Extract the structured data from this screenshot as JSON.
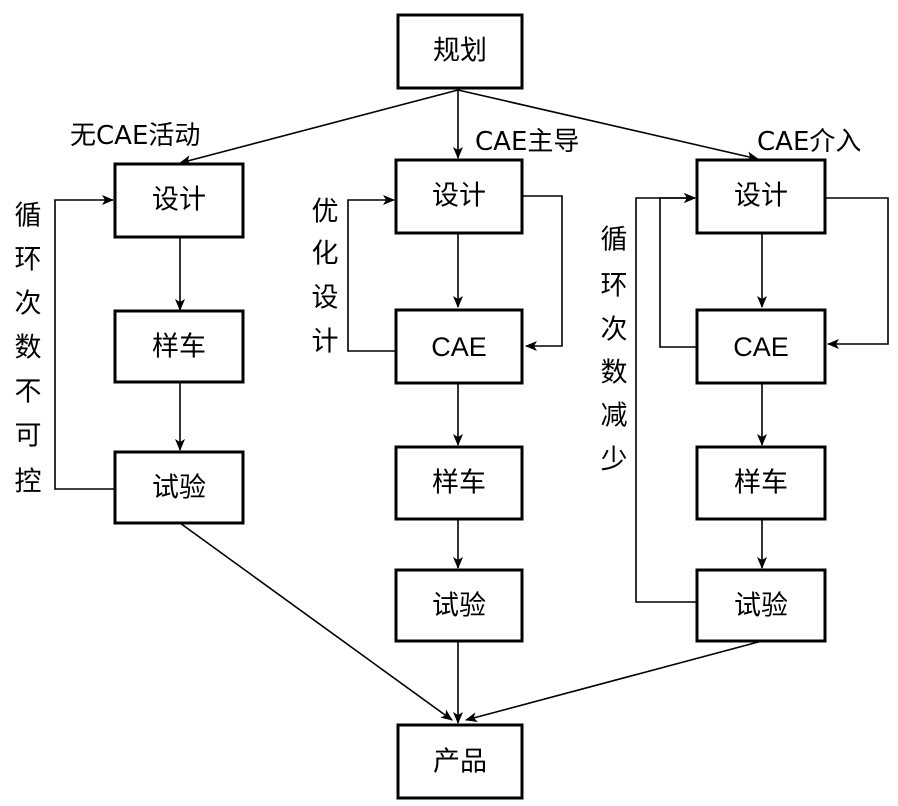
{
  "top": {
    "label": "规划"
  },
  "bottom": {
    "label": "产品"
  },
  "flows": [
    {
      "title": "无CAE活动",
      "nodes": [
        "设计",
        "样车",
        "试验"
      ],
      "loop_label": [
        "循",
        "环",
        "次",
        "数",
        "不",
        "可",
        "控"
      ]
    },
    {
      "title": "CAE主导",
      "nodes": [
        "设计",
        "CAE",
        "样车",
        "试验"
      ],
      "loop_label": [
        "优",
        "化",
        "设",
        "计"
      ]
    },
    {
      "title": "CAE介入",
      "nodes": [
        "设计",
        "CAE",
        "样车",
        "试验"
      ],
      "loop_label": [
        "循",
        "环",
        "次",
        "数",
        "减",
        "少"
      ]
    }
  ]
}
